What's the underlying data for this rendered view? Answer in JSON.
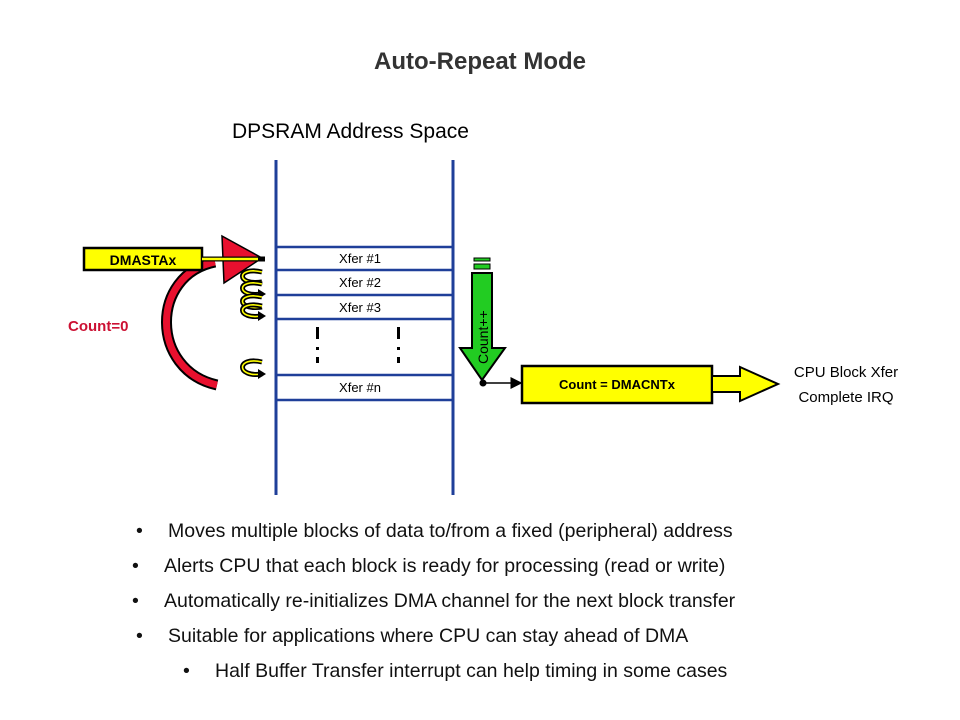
{
  "slide": {
    "title": "Auto-Repeat Mode",
    "subtitle": "DPSRAM Address Space"
  },
  "diagram": {
    "start_register": "DMASTAx",
    "reset_label": "Count=0",
    "rows": [
      "Xfer #1",
      "Xfer #2",
      "Xfer #3",
      "Xfer #n"
    ],
    "counter_label": "Count++",
    "compare_box": "Count = DMACNTx",
    "irq_label_line1": "CPU Block Xfer",
    "irq_label_line2": "Complete IRQ",
    "colors": {
      "column_line": "#1f3f99",
      "yellow": "#ffff00",
      "red": "#e8102e",
      "green": "#22cc22",
      "reset_text": "#cc1133"
    }
  },
  "bullets": [
    {
      "text": "Moves multiple blocks of data to/from a fixed (peripheral) address",
      "level": 1
    },
    {
      "text": "Alerts CPU that each block is ready for processing (read or write)",
      "level": 1
    },
    {
      "text": "Automatically re-initializes DMA channel for the next block transfer",
      "level": 1
    },
    {
      "text": "Suitable for applications where CPU can stay ahead of DMA",
      "level": 1
    },
    {
      "text": "Half Buffer Transfer interrupt can help timing in some cases",
      "level": 2
    }
  ],
  "bullet_glyph": "•"
}
